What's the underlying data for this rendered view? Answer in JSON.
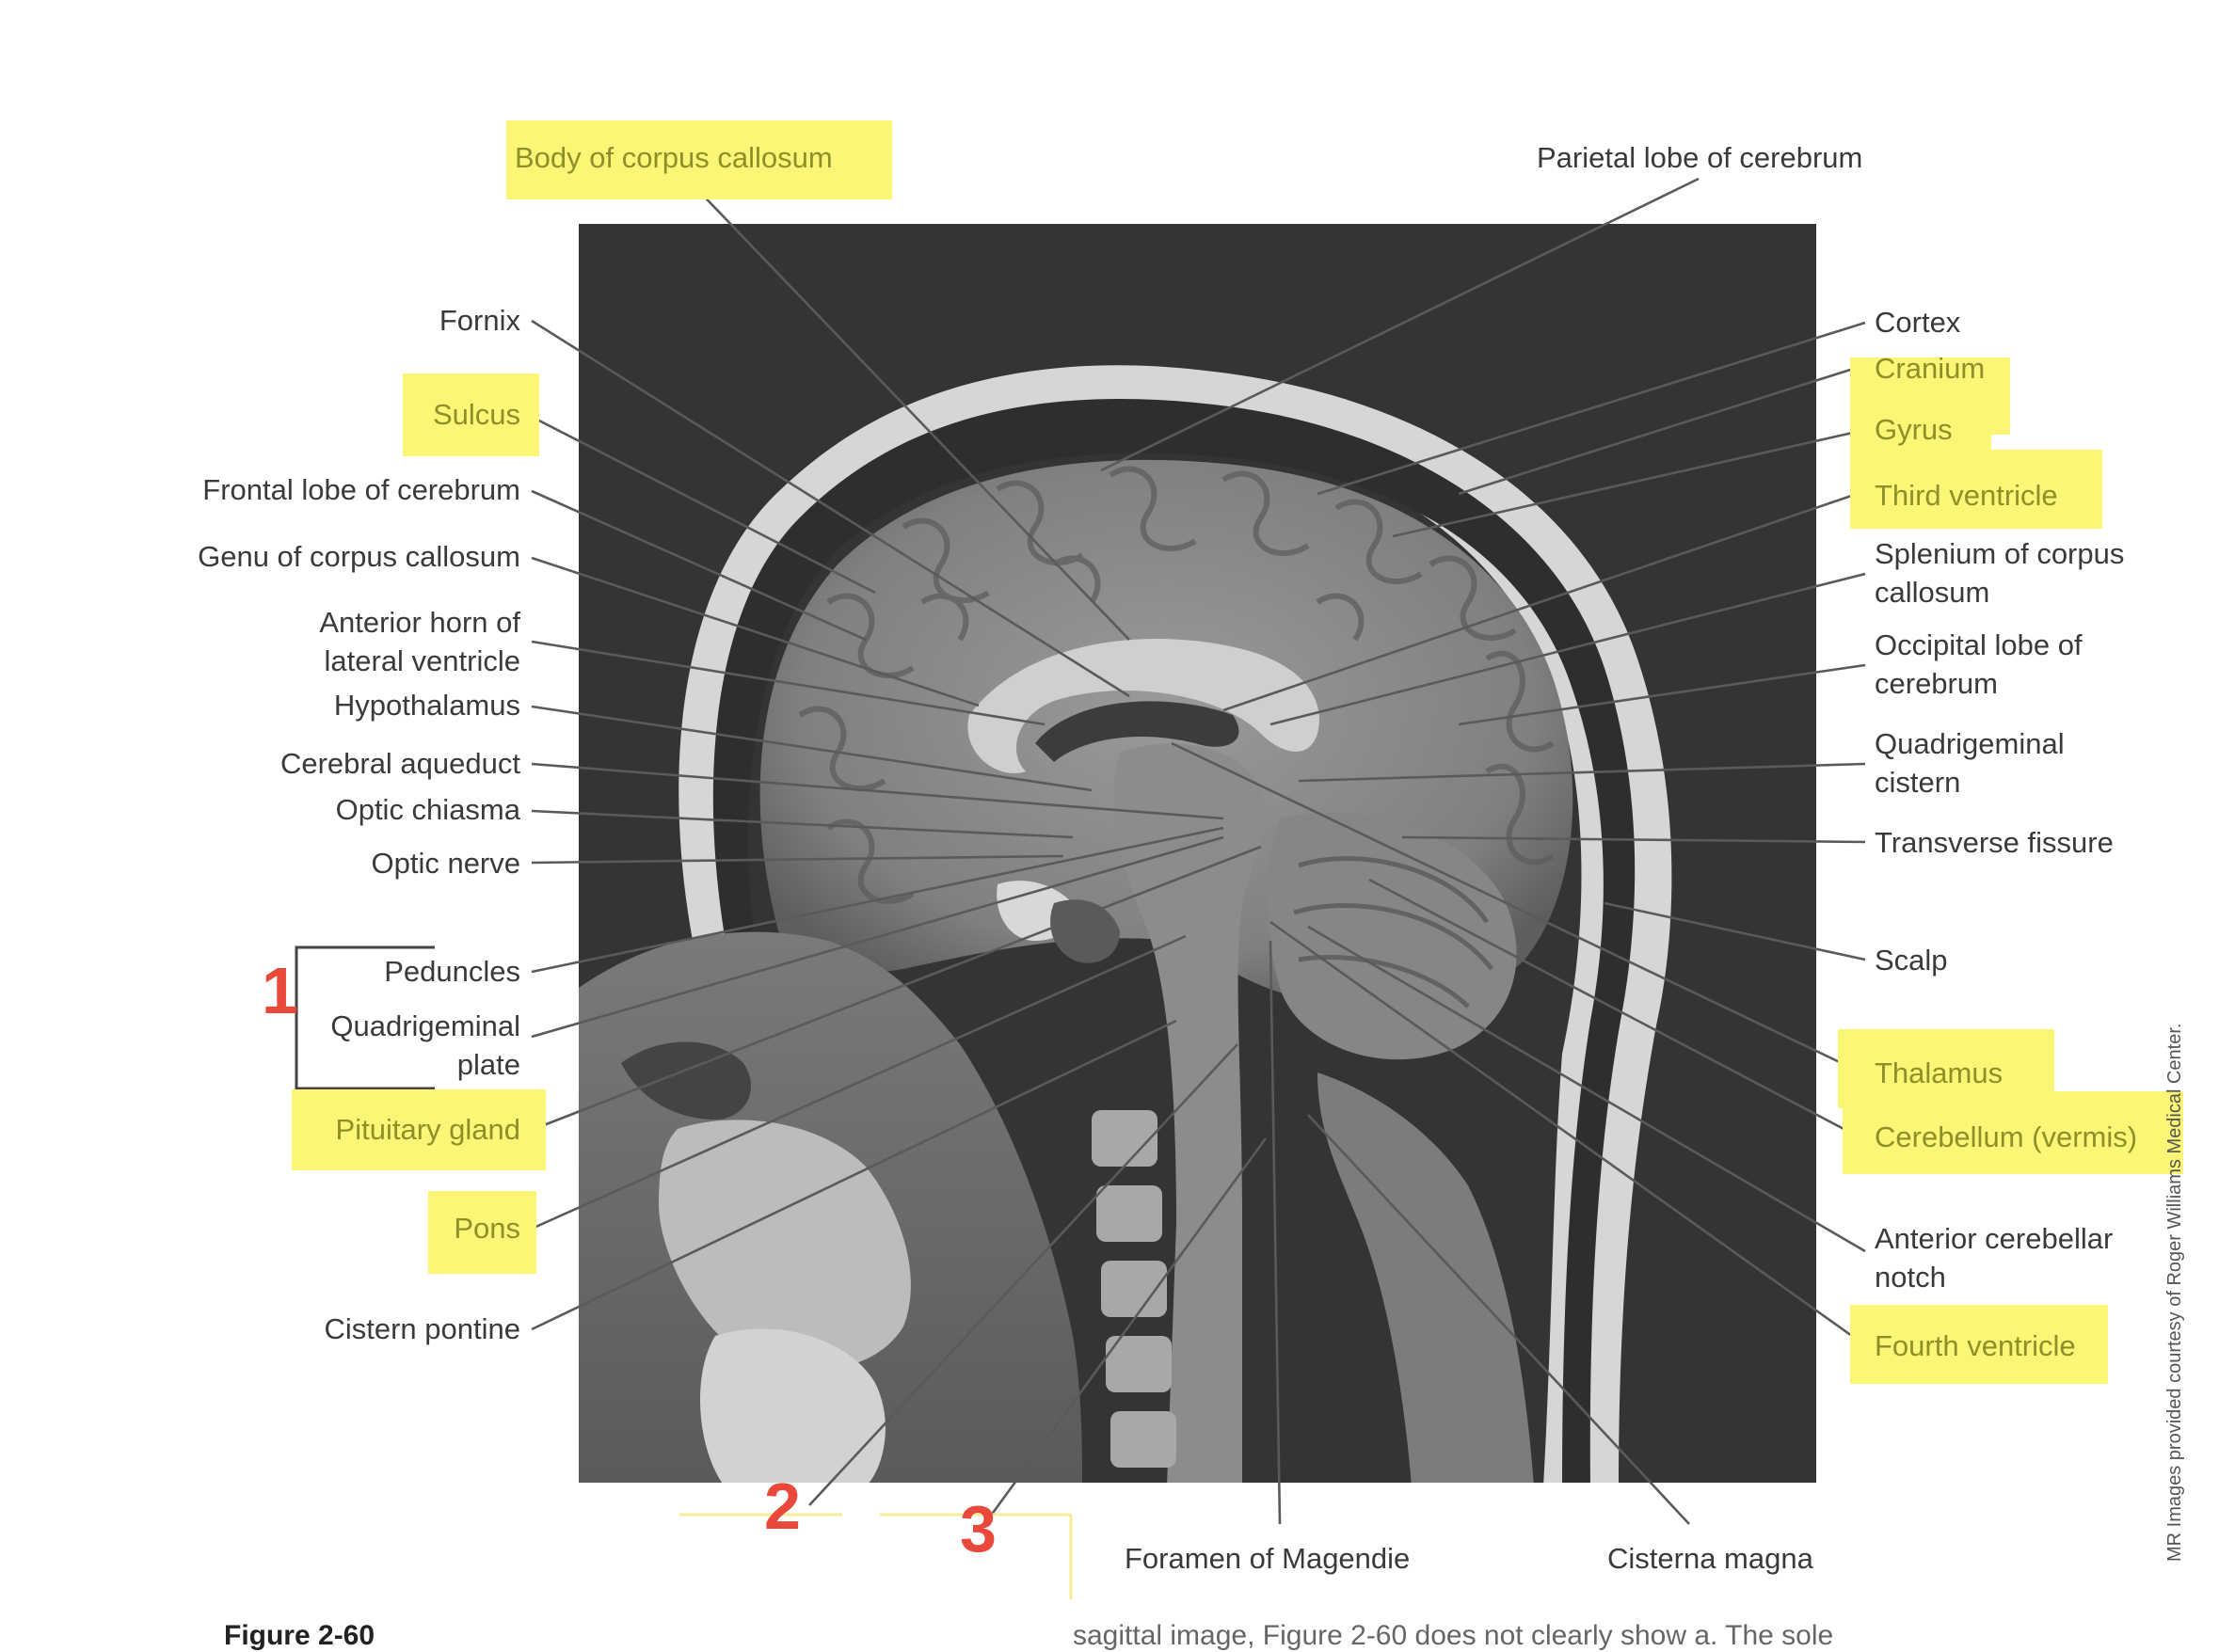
{
  "figure": {
    "caption_start": "Figure 2-60",
    "caption_tail": "sagittal image, Figure 2-60 does not clearly show a. The sole",
    "credit": "MR Images provided courtesy of Roger Williams Medical Center.",
    "accent_highlight": "#fbf675",
    "accent_number": "#e8493b"
  },
  "top_labels": [
    {
      "id": "body-of-corpus-callosum",
      "text": "Body of corpus callosum",
      "highlighted": true
    },
    {
      "id": "parietal-lobe",
      "text": "Parietal lobe of cerebrum",
      "highlighted": false
    }
  ],
  "left_labels": [
    {
      "id": "fornix",
      "lines": [
        "Fornix"
      ],
      "highlighted": false
    },
    {
      "id": "sulcus",
      "lines": [
        "Sulcus"
      ],
      "highlighted": true
    },
    {
      "id": "frontal-lobe",
      "lines": [
        "Frontal lobe of cerebrum"
      ],
      "highlighted": false
    },
    {
      "id": "genu",
      "lines": [
        "Genu of corpus callosum"
      ],
      "highlighted": false
    },
    {
      "id": "anterior-horn",
      "lines": [
        "Anterior horn of",
        "lateral ventricle"
      ],
      "highlighted": false
    },
    {
      "id": "hypothalamus",
      "lines": [
        "Hypothalamus"
      ],
      "highlighted": false
    },
    {
      "id": "cerebral-aqueduct",
      "lines": [
        "Cerebral aqueduct"
      ],
      "highlighted": false
    },
    {
      "id": "optic-chiasma",
      "lines": [
        "Optic chiasma"
      ],
      "highlighted": false
    },
    {
      "id": "optic-nerve",
      "lines": [
        "Optic nerve"
      ],
      "highlighted": false
    },
    {
      "id": "peduncles",
      "lines": [
        "Peduncles"
      ],
      "highlighted": false
    },
    {
      "id": "quadrigeminal-plate",
      "lines": [
        "Quadrigeminal",
        "plate"
      ],
      "highlighted": false
    },
    {
      "id": "pituitary-gland",
      "lines": [
        "Pituitary gland"
      ],
      "highlighted": true
    },
    {
      "id": "pons",
      "lines": [
        "Pons"
      ],
      "highlighted": true
    },
    {
      "id": "cistern-pontine",
      "lines": [
        "Cistern pontine"
      ],
      "highlighted": false
    }
  ],
  "right_labels": [
    {
      "id": "cortex",
      "lines": [
        "Cortex"
      ],
      "highlighted": false
    },
    {
      "id": "cranium",
      "lines": [
        "Cranium"
      ],
      "highlighted": true
    },
    {
      "id": "gyrus",
      "lines": [
        "Gyrus"
      ],
      "highlighted": true
    },
    {
      "id": "third-ventricle",
      "lines": [
        "Third ventricle"
      ],
      "highlighted": true
    },
    {
      "id": "splenium",
      "lines": [
        "Splenium of corpus",
        "callosum"
      ],
      "highlighted": false
    },
    {
      "id": "occipital-lobe",
      "lines": [
        "Occipital lobe of",
        "cerebrum"
      ],
      "highlighted": false
    },
    {
      "id": "quadrigeminal-cistern",
      "lines": [
        "Quadrigeminal",
        "cistern"
      ],
      "highlighted": false
    },
    {
      "id": "transverse-fissure",
      "lines": [
        "Transverse fissure"
      ],
      "highlighted": false
    },
    {
      "id": "scalp",
      "lines": [
        "Scalp"
      ],
      "highlighted": false
    },
    {
      "id": "thalamus",
      "lines": [
        "Thalamus"
      ],
      "highlighted": true
    },
    {
      "id": "cerebellum",
      "lines": [
        "Cerebellum (vermis)"
      ],
      "highlighted": true
    },
    {
      "id": "anterior-cerebellar-notch",
      "lines": [
        "Anterior cerebellar",
        "notch"
      ],
      "highlighted": false
    },
    {
      "id": "fourth-ventricle",
      "lines": [
        "Fourth ventricle"
      ],
      "highlighted": true
    }
  ],
  "bottom_labels": [
    {
      "id": "foramen-of-magendie",
      "text": "Foramen of Magendie"
    },
    {
      "id": "cisterna-magna",
      "text": "Cisterna magna"
    }
  ],
  "annotations": [
    {
      "id": "one",
      "text": "1"
    },
    {
      "id": "two",
      "text": "2"
    },
    {
      "id": "three",
      "text": "3"
    }
  ]
}
